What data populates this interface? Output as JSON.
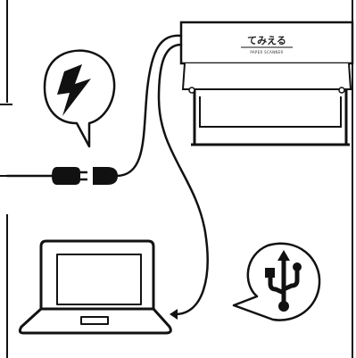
{
  "device": {
    "brand_text": "てみえる",
    "tagline_text": "PAPER SCANNER"
  },
  "icons": [
    "lightning-bolt-icon",
    "usb-icon",
    "power-plug-icon",
    "laptop-icon",
    "scanner-device"
  ],
  "colors": {
    "line": "#111111",
    "background": "#ffffff",
    "device_fill": "#ffffff"
  }
}
